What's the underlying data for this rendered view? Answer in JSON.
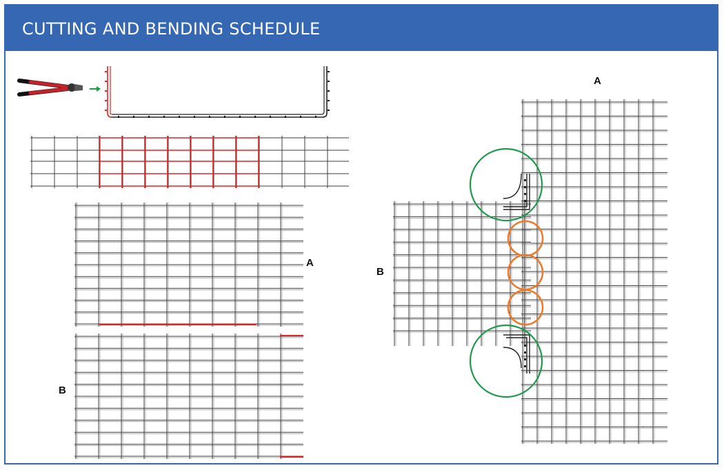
{
  "header": {
    "title": "CUTTING AND BENDING SCHEDULE"
  },
  "labels": {
    "left_panel_a": "A",
    "left_panel_b": "B",
    "right_panel_a": "A",
    "right_panel_b": "B"
  },
  "colors": {
    "header_bg": "#3567b2",
    "grid_line": "#3c3c3c",
    "cut_red": "#e02424",
    "corner_circle": "#1e9a4b",
    "joint_circle": "#ee7a2a",
    "arrow": "#1e9a4b",
    "cutter_handle": "#c0232b"
  },
  "icons": {
    "cutter": "bolt-cutter-icon",
    "arrow": "arrow-right-icon"
  }
}
